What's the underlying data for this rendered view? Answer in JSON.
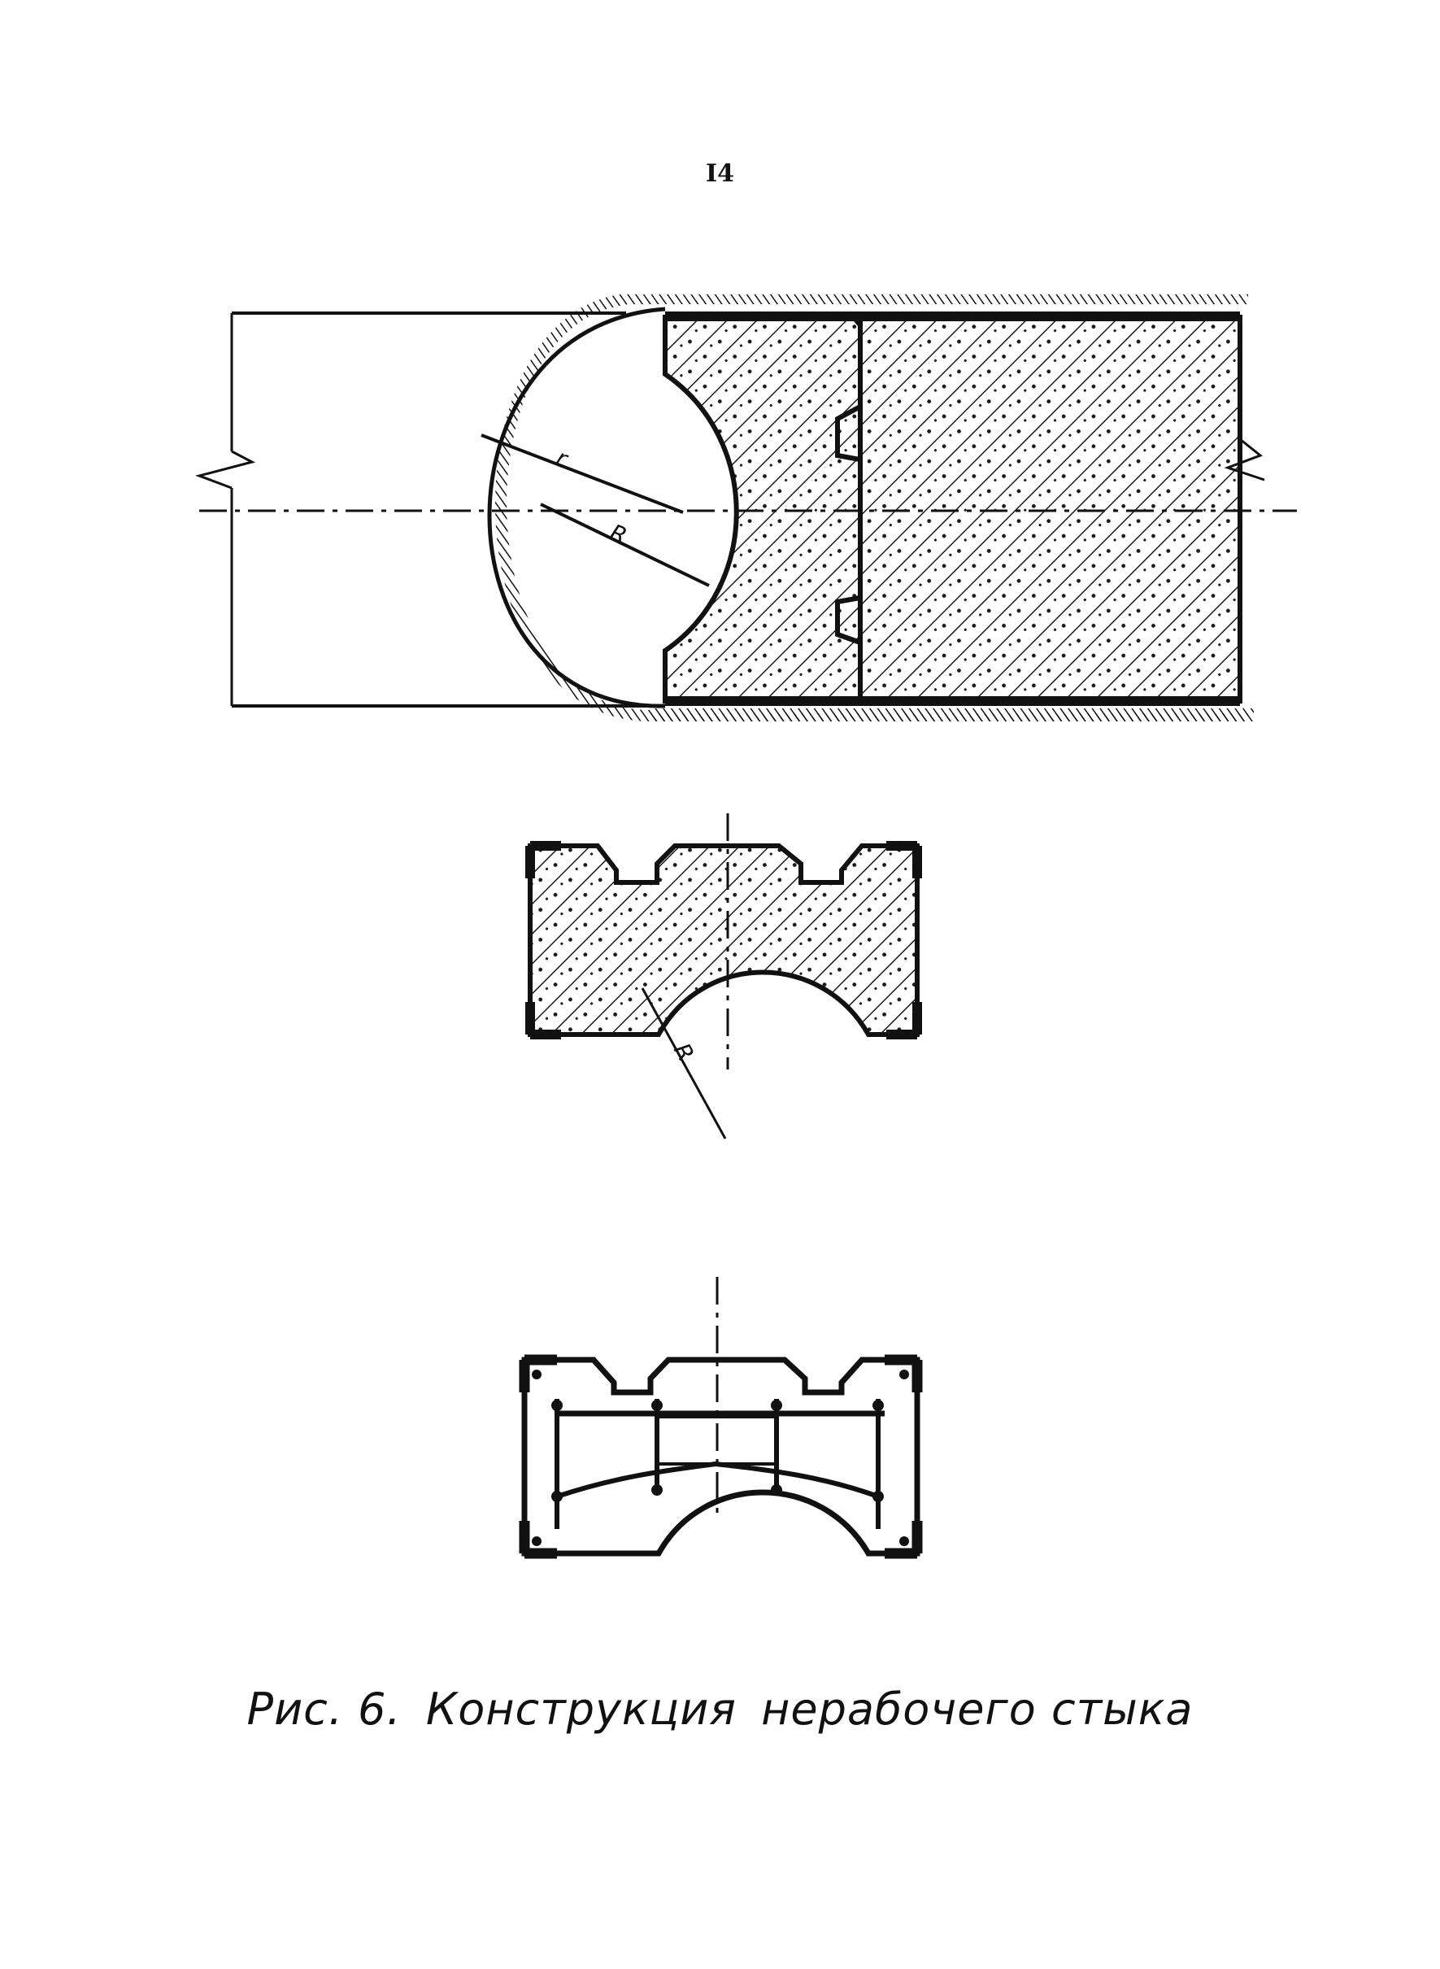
{
  "page": {
    "number": "I4",
    "caption": {
      "prefix": "Рис. 6.",
      "title": "Конструкция",
      "subtitle": "нерабочего стыка"
    }
  },
  "figure": {
    "labels": {
      "r": "r",
      "R_top": "R",
      "R_middle": "R"
    }
  }
}
